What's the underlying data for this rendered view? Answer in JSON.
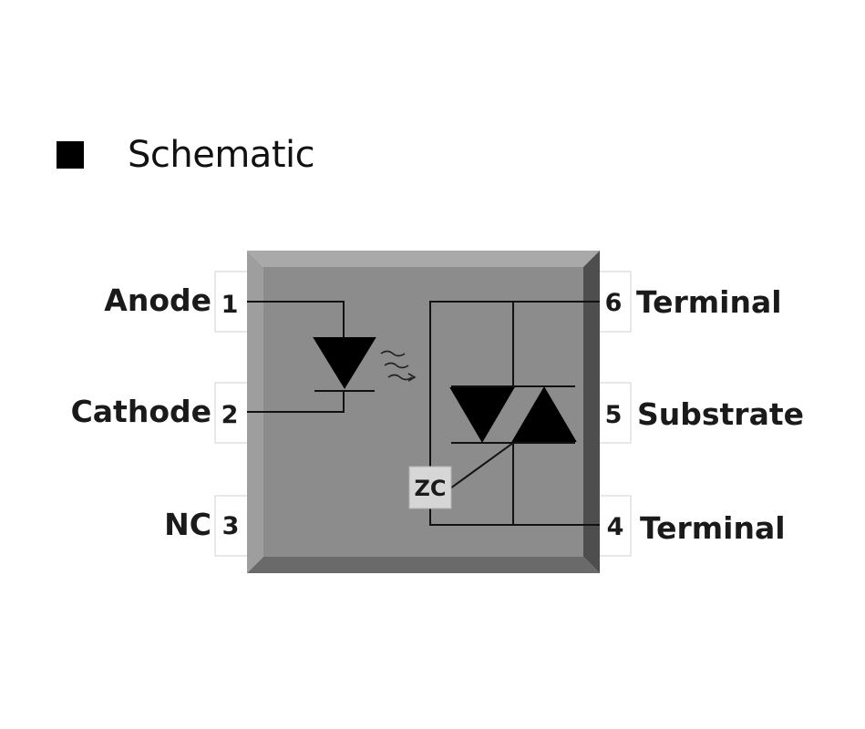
{
  "heading": {
    "title": "Schematic"
  },
  "pins": {
    "p1": {
      "number": "1",
      "label": "Anode"
    },
    "p2": {
      "number": "2",
      "label": "Cathode"
    },
    "p3": {
      "number": "3",
      "label": "NC"
    },
    "p4": {
      "number": "4",
      "label": "Terminal"
    },
    "p5": {
      "number": "5",
      "label": "Substrate"
    },
    "p6": {
      "number": "6",
      "label": "Terminal"
    }
  },
  "zero_cross_label": "ZC",
  "colors": {
    "package_face": "#8c8c8c",
    "package_top_bevel": "#a9a9a9",
    "package_left_bevel": "#9e9e9e",
    "package_bottom_bevel": "#6a6a6a",
    "package_right_bevel": "#4e4e4e",
    "wire": "#111111",
    "text": "#1a1a1a"
  }
}
